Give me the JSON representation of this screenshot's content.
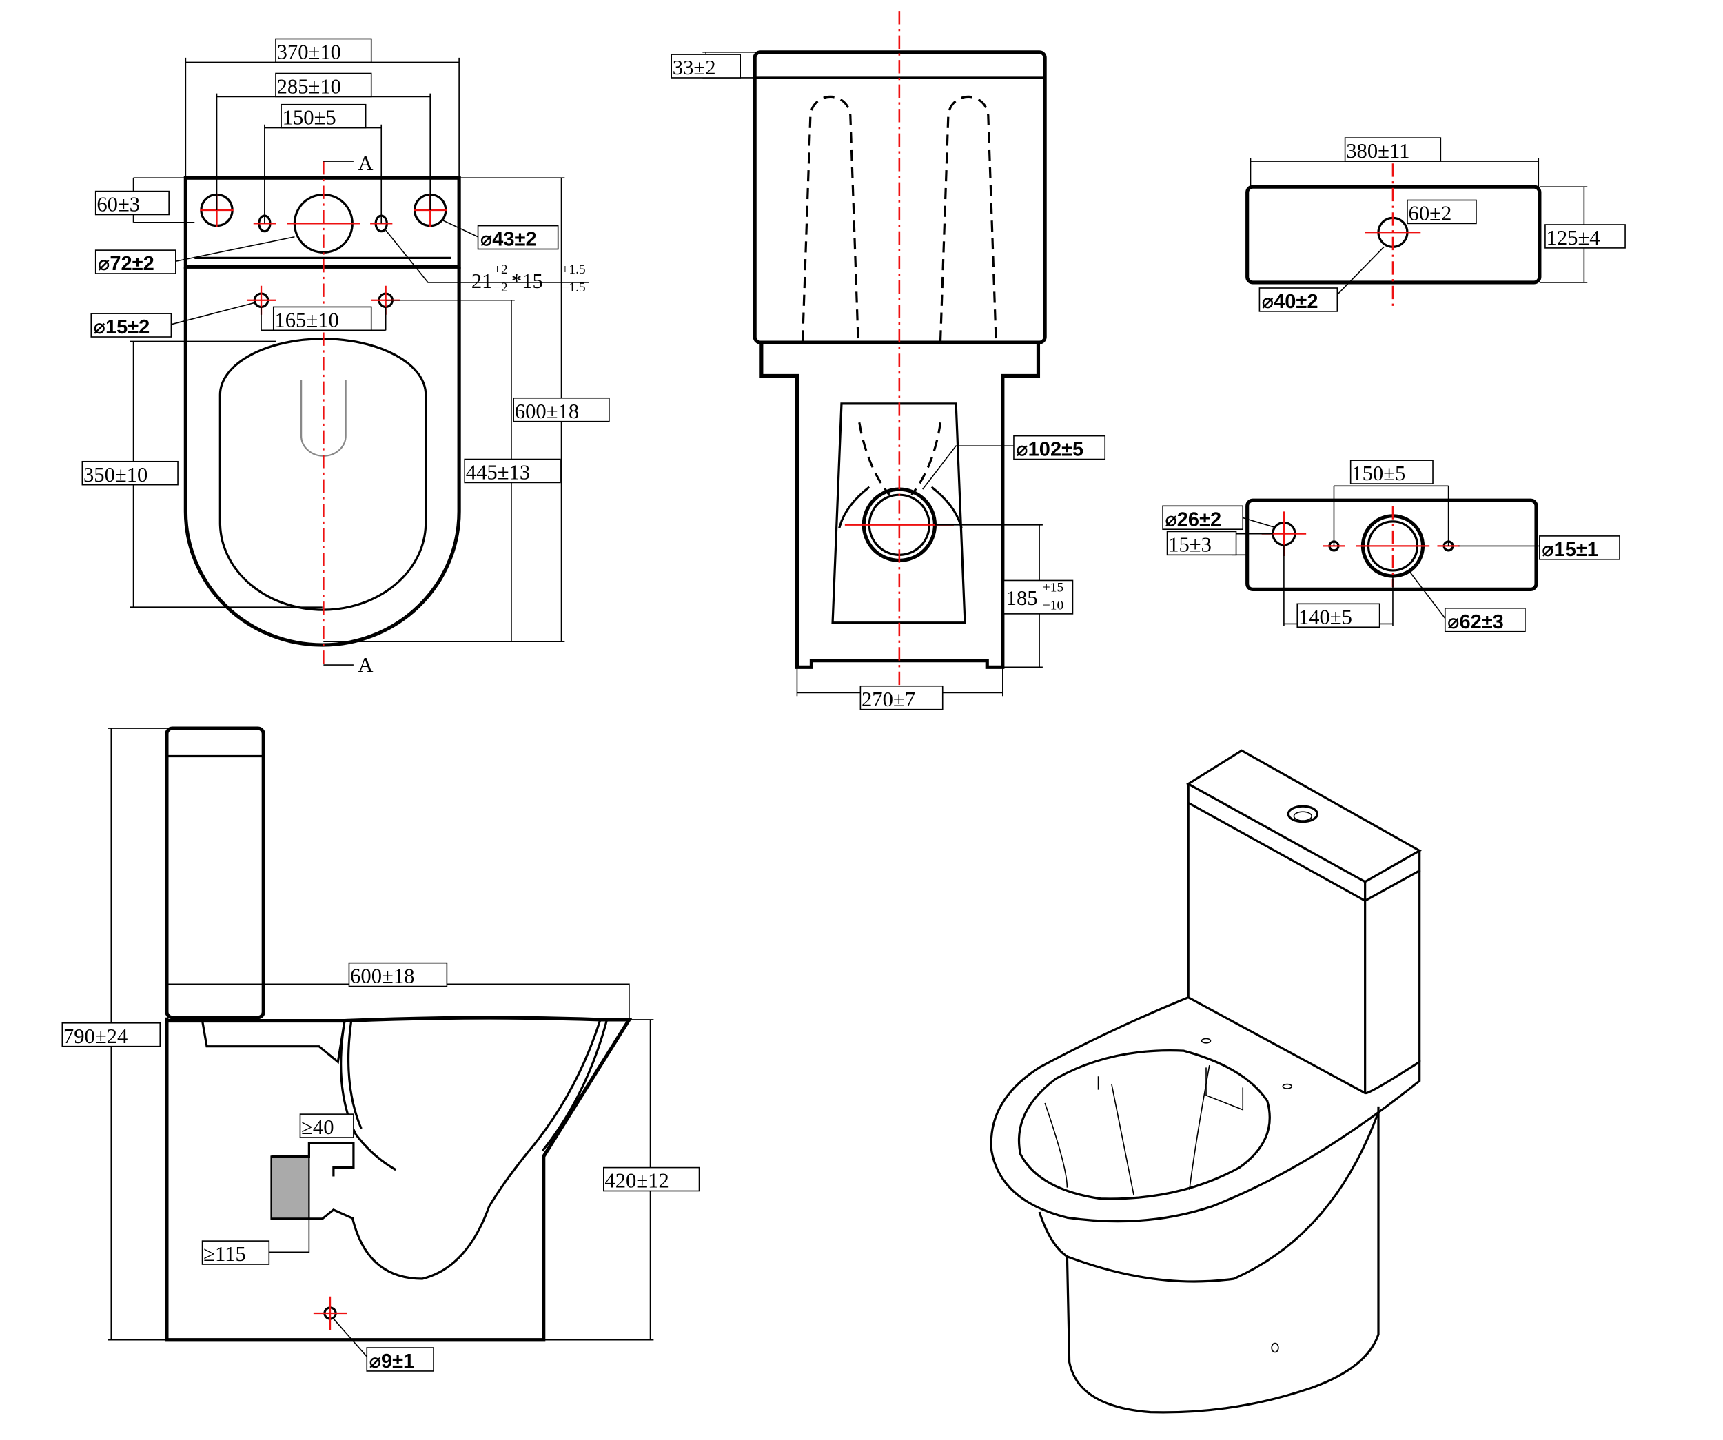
{
  "top_view": {
    "d_width": "370±10",
    "d_tank_holes": "285±10",
    "d_hole_pitch": "150±5",
    "section_mark": "A",
    "d_hole_offset": "60±3",
    "d_outlet": "⌀72±2",
    "d_side_holes": "⌀43±2",
    "d_slot": "21",
    "d_slot_tol_plus": "+2",
    "d_slot_tol_minus": "−2",
    "d_slot_x": "*15",
    "d_slot_tol2_plus": "+1.5",
    "d_slot_tol2_minus": "−1.5",
    "d_seat_holes": "⌀15±2",
    "d_seat_pitch": "165±10",
    "d_length": "600±18",
    "d_bowl": "350±10",
    "d_bowl_depth": "445±13"
  },
  "front_view": {
    "d_lid": "33±2",
    "d_outlet_dia": "⌀102±5",
    "d_outlet_height": "185",
    "d_outlet_height_tol_plus": "+15",
    "d_outlet_height_tol_minus": "−10",
    "d_base_width": "270±7"
  },
  "tank_top_view": {
    "d_width": "380±11",
    "d_offset": "60±2",
    "d_depth": "125±4",
    "d_hole": "⌀40±2"
  },
  "tank_bottom_view": {
    "d_pitch": "150±5",
    "d_hole_left": "⌀26±2",
    "d_offset_left": "15±3",
    "d_hole_right": "⌀15±1",
    "d_pitch_low": "140±5",
    "d_valve": "⌀62±3"
  },
  "side_view": {
    "d_length": "600±18",
    "d_height": "790±24",
    "d_min_wall": "≥40",
    "d_min_floor": "≥115",
    "d_pan_height": "420±12",
    "d_fix": "⌀9±1"
  }
}
